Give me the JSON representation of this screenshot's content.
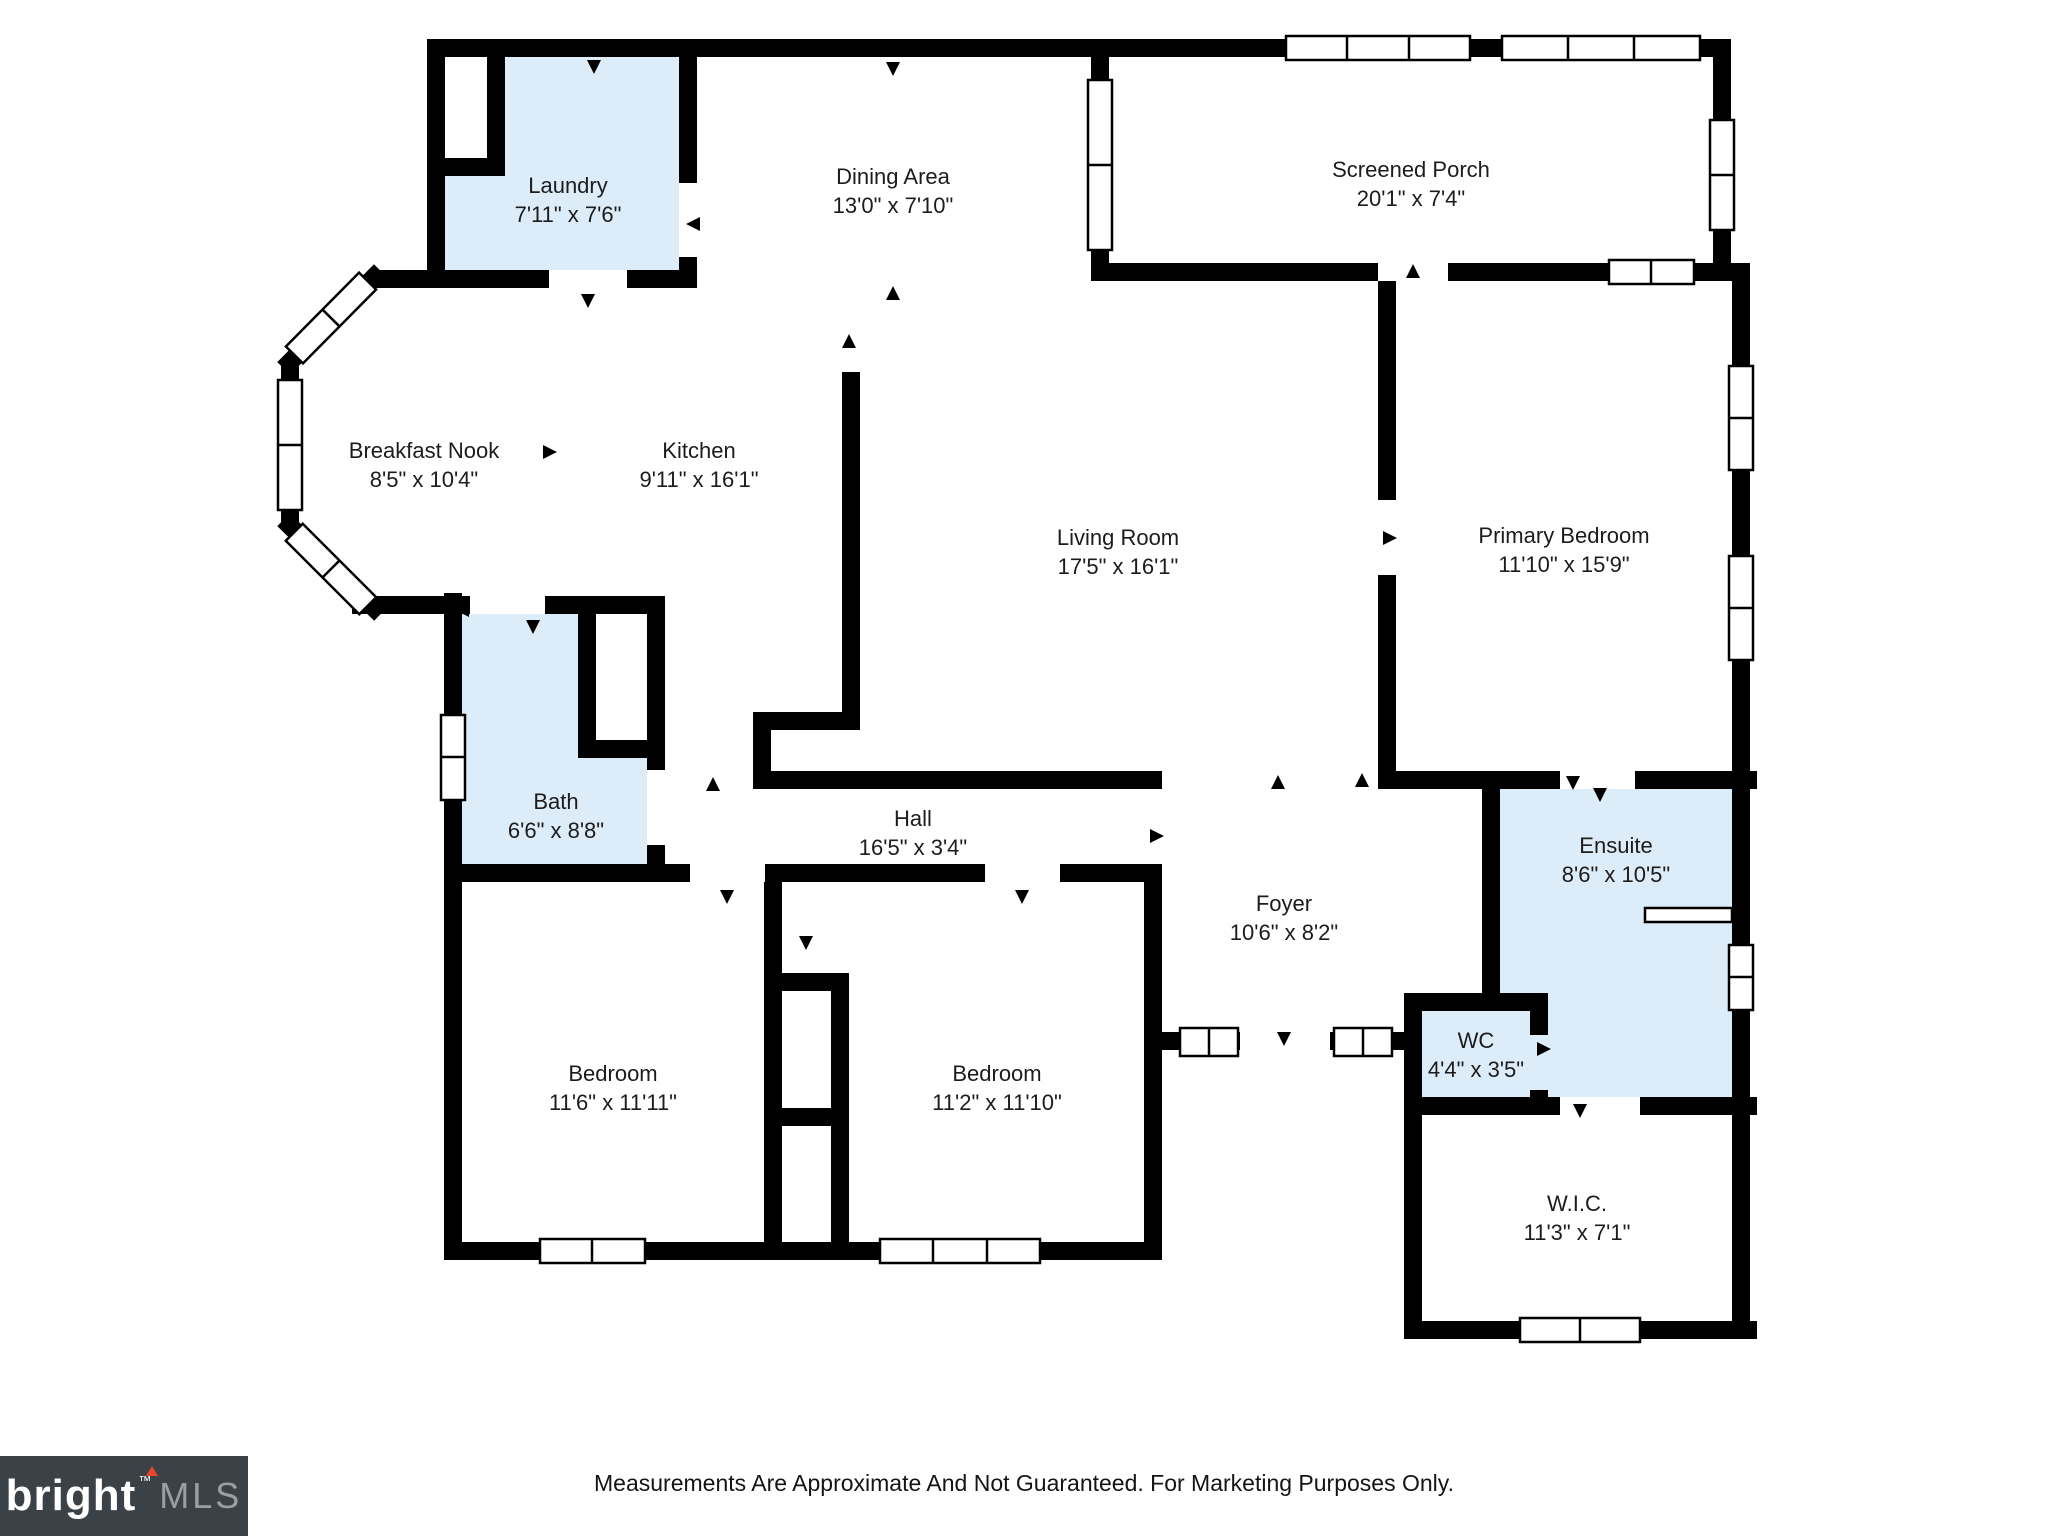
{
  "rooms": [
    {
      "name": "Laundry",
      "dims": "7'11\" x 7'6\""
    },
    {
      "name": "Dining Area",
      "dims": "13'0\" x 7'10\""
    },
    {
      "name": "Screened Porch",
      "dims": "20'1\" x 7'4\""
    },
    {
      "name": "Breakfast Nook",
      "dims": "8'5\" x 10'4\""
    },
    {
      "name": "Kitchen",
      "dims": "9'11\" x 16'1\""
    },
    {
      "name": "Living Room",
      "dims": "17'5\" x 16'1\""
    },
    {
      "name": "Primary Bedroom",
      "dims": "11'10\" x 15'9\""
    },
    {
      "name": "Bath",
      "dims": "6'6\" x 8'8\""
    },
    {
      "name": "Hall",
      "dims": "16'5\" x 3'4\""
    },
    {
      "name": "Ensuite",
      "dims": "8'6\" x 10'5\""
    },
    {
      "name": "Foyer",
      "dims": "10'6\" x 8'2\""
    },
    {
      "name": "WC",
      "dims": "4'4\" x 3'5\""
    },
    {
      "name": "Bedroom",
      "dims": "11'6\" x 11'11\""
    },
    {
      "name": "Bedroom",
      "dims": "11'2\" x 11'10\""
    },
    {
      "name": "W.I.C.",
      "dims": "11'3\" x 7'1\""
    }
  ],
  "footer": {
    "disclaimer": "Measurements Are Approximate And Not Guaranteed. For Marketing Purposes Only."
  },
  "logo": {
    "brand": "bright",
    "tm": "™",
    "mls": "MLS"
  },
  "colors": {
    "wall": "#000000",
    "highlight": "#dcedf9",
    "logo_bg": "#3a4147",
    "logo_mls": "#98a0a6",
    "accent_red": "#e8442e"
  }
}
